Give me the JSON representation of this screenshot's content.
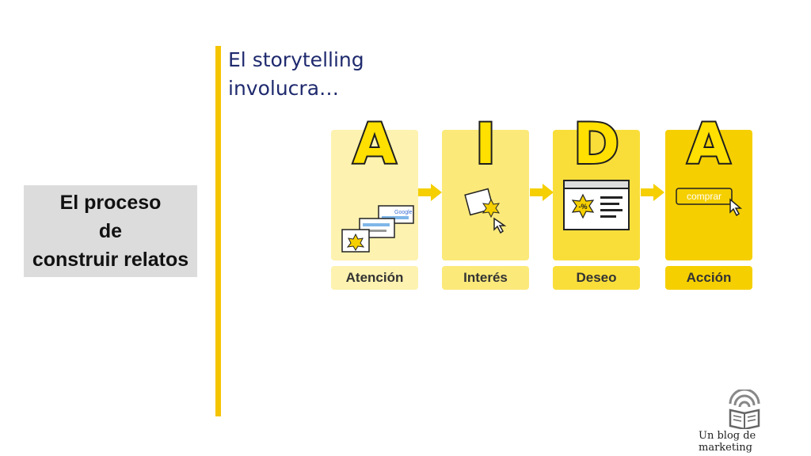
{
  "left_box": {
    "line1": "El proceso",
    "line2": "de",
    "line3": "construir relatos"
  },
  "heading": {
    "line1": "El storytelling",
    "line2": "involucra…"
  },
  "aida": {
    "stages": [
      {
        "letter": "A",
        "label": "Atención",
        "panel_color": "#fdf2b0",
        "label_color": "#fdf2b0"
      },
      {
        "letter": "I",
        "label": "Interés",
        "panel_color": "#fbe97a",
        "label_color": "#fbe97a"
      },
      {
        "letter": "D",
        "label": "Deseo",
        "panel_color": "#f9de3a",
        "label_color": "#f9de3a"
      },
      {
        "letter": "A",
        "label": "Acción",
        "panel_color": "#f5cf00",
        "label_color": "#f5cf00"
      }
    ],
    "google_text": "Google",
    "discount_text": "-%",
    "button_text": "comprar"
  },
  "footer": {
    "logo_text": "Un blog de marketing"
  }
}
